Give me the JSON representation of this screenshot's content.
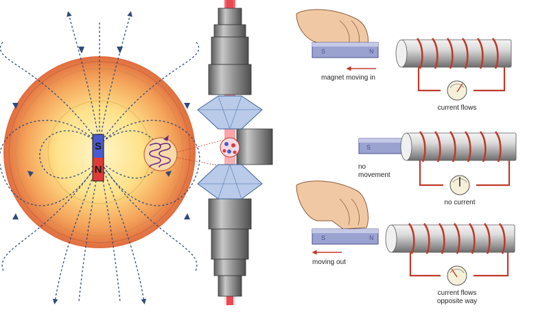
{
  "left_diagram": {
    "pole_top": "S",
    "pole_bottom": "N"
  },
  "right_diagram": {
    "panels": [
      {
        "magnet_label": "magnet moving in",
        "meter_label_lines": [
          "current flows"
        ],
        "magnet_letters": [
          "S",
          "N"
        ]
      },
      {
        "magnet_label_lines": [
          "no",
          "movement"
        ],
        "meter_label_lines": [
          "no current"
        ],
        "magnet_letters": [
          "S"
        ]
      },
      {
        "magnet_label": "moving out",
        "meter_label_lines": [
          "current flows",
          "opposite way"
        ],
        "magnet_letters": [
          "S",
          "N"
        ]
      }
    ]
  },
  "colors": {
    "field_line": "#2e4a7a",
    "wire": "#c0392b",
    "magnet_body": "#9aa3cf",
    "pole_s": "#4a5bd0",
    "pole_n": "#e03a3a"
  },
  "icons": [
    "hand-icon",
    "arrow-left-icon",
    "galvanometer-icon",
    "coil-icon"
  ]
}
